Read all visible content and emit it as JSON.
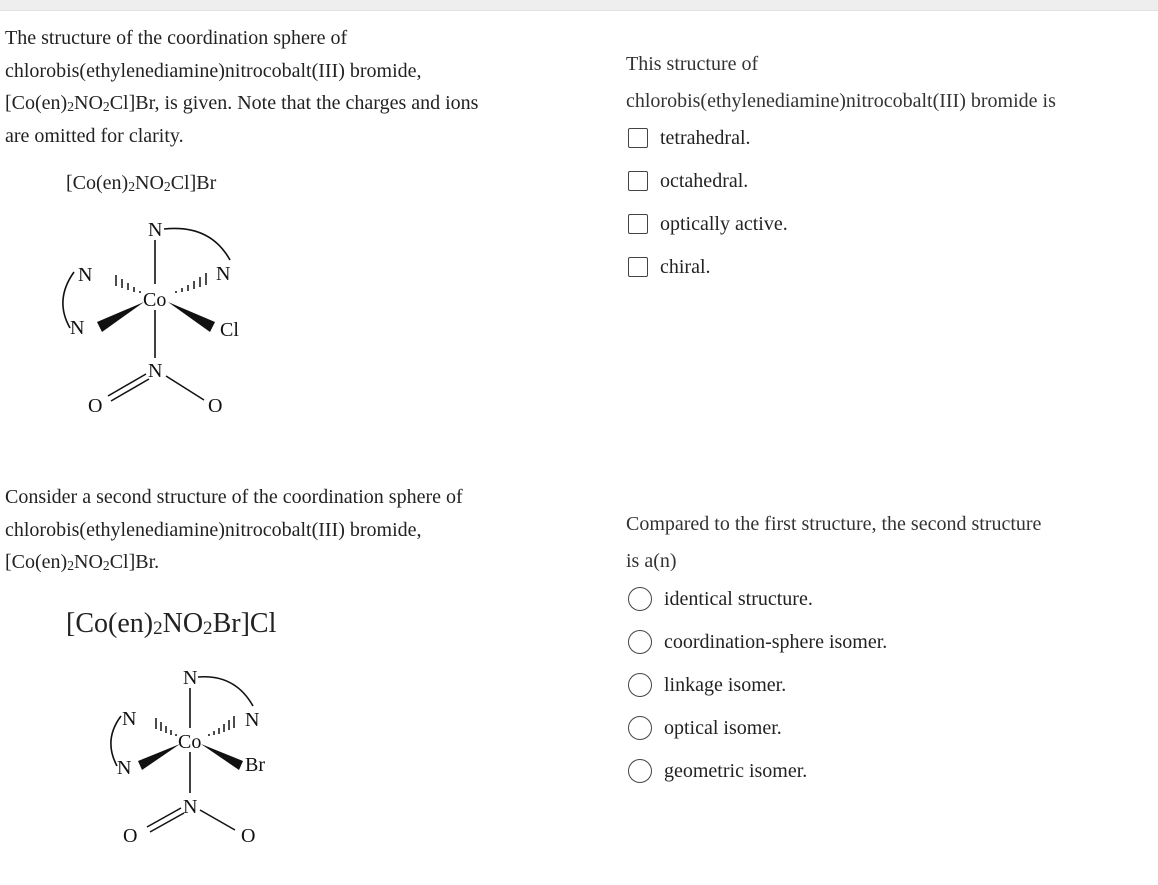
{
  "question1": {
    "intro": [
      "The structure of the coordination sphere of",
      "chlorobis(ethylenediamine)nitrocobalt(III) bromide,"
    ],
    "intro_formula": {
      "a": "[Co(en)",
      "b": "2",
      "c": "NO",
      "d": "2",
      "e": "Cl]Br, is given. Note that the charges and ions"
    },
    "intro_last": "are omitted for clarity.",
    "structure_formula": {
      "a": "[Co(en)",
      "b": "2",
      "c": "NO",
      "d": "2",
      "e": "Cl]Br"
    },
    "structure_atoms": {
      "n_top": "N",
      "n_left_up": "N",
      "co": "Co",
      "n_right": "N",
      "n_left_down": "N",
      "ligand_right": "Cl",
      "n_bottom": "N",
      "o_left": "O",
      "o_right": "O"
    },
    "prompt": [
      "This structure of",
      "chlorobis(ethylenediamine)nitrocobalt(III) bromide is"
    ],
    "options": [
      "tetrahedral.",
      "octahedral.",
      "optically active.",
      "chiral."
    ]
  },
  "question2": {
    "intro": [
      "Consider a second structure of the coordination sphere of",
      "chlorobis(ethylenediamine)nitrocobalt(III) bromide,"
    ],
    "intro_formula": {
      "a": "[Co(en)",
      "b": "2",
      "c": "NO",
      "d": "2",
      "e": "Cl]Br."
    },
    "structure_formula": {
      "a": "[Co(en)",
      "b": "2",
      "c": "NO",
      "d": "2",
      "e": "Br]Cl"
    },
    "structure_atoms": {
      "n_top": "N",
      "n_left_up": "N",
      "co": "Co",
      "n_right": "N",
      "n_left_down": "N",
      "ligand_right": "Br",
      "n_bottom": "N",
      "o_left": "O",
      "o_right": "O"
    },
    "prompt": [
      "Compared to the first structure, the second structure",
      "is a(n)"
    ],
    "options": [
      "identical structure.",
      "coordination-sphere isomer.",
      "linkage isomer.",
      "optical isomer.",
      "geometric isomer."
    ]
  }
}
